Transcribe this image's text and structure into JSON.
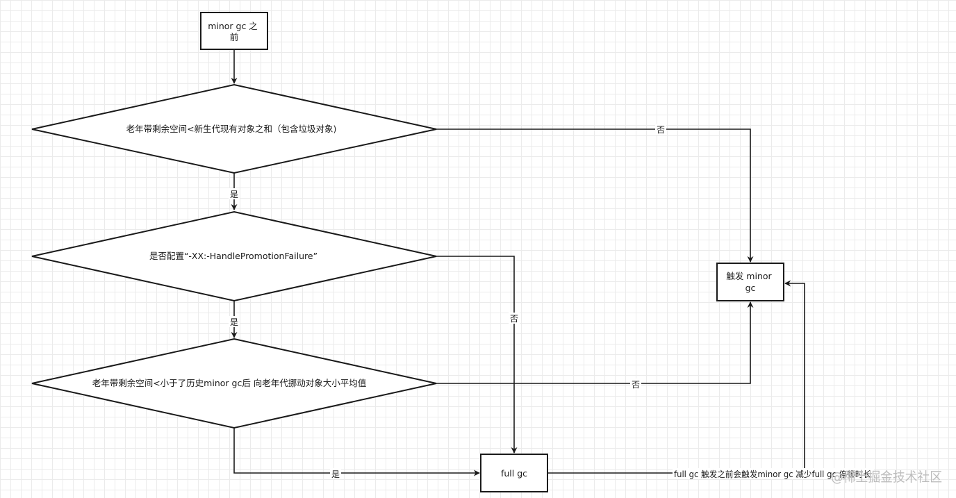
{
  "nodes": {
    "start": {
      "lines": [
        "minor gc 之",
        "前"
      ]
    },
    "cond1": {
      "text": "老年带剩余空间<新生代现有对象之和（包含垃圾对象)"
    },
    "cond2": {
      "text": "是否配置“-XX:-HandlePromotionFailure”"
    },
    "cond3": {
      "text": "老年带剩余空间<小于了历史minor gc后 向老年代挪动对象大小平均值"
    },
    "minor": {
      "lines": [
        "触发 minor",
        "gc"
      ]
    },
    "full": {
      "text": "full gc"
    }
  },
  "edges": {
    "c1_yes": "是",
    "c1_no": "否",
    "c2_yes": "是",
    "c2_no": "否",
    "c3_yes": "是",
    "c3_no": "否",
    "full_to_minor": "full gc 触发之前会触发minor gc 减少full gc 停顿时长"
  },
  "watermark": "@稀土掘金技术社区"
}
